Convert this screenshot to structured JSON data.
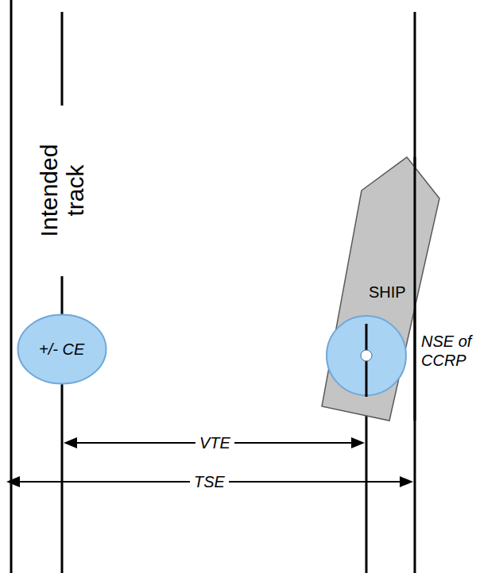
{
  "diagram": {
    "nodes": [
      {
        "text": [
          "+/- CE"
        ]
      },
      {
        "text": [
          "SHIP"
        ]
      },
      {
        "text": [
          "NSE of CCRP"
        ]
      }
    ],
    "labels": [
      "Intended track",
      "VTE",
      "TSE"
    ]
  }
}
